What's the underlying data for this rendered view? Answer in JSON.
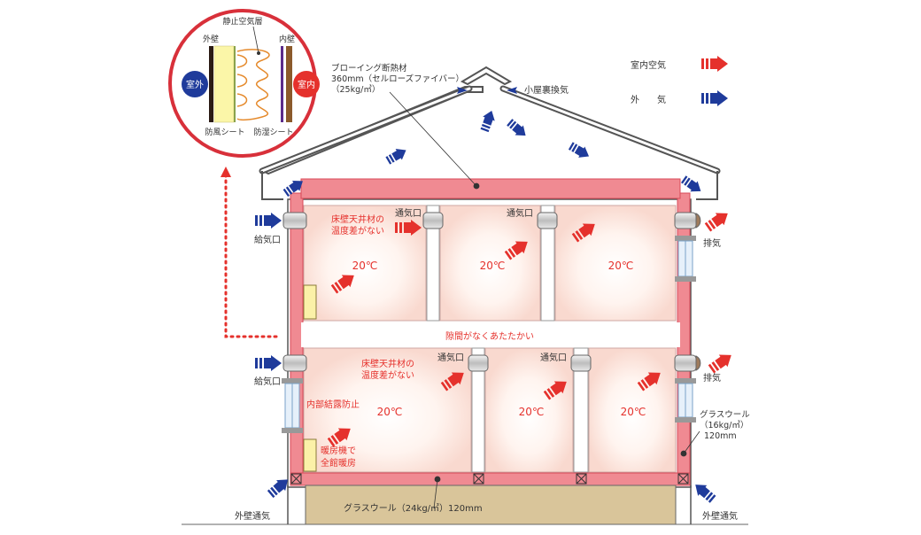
{
  "inset": {
    "title": "静止空気層",
    "outer_wall": "外壁",
    "inner_wall": "内壁",
    "outside": "室外",
    "inside": "室内",
    "windproof_sheet": "防風シート",
    "moisture_sheet": "防湿シート"
  },
  "roof_note": {
    "line1": "ブローイング断熱材",
    "line2": "360mm（セルローズファイバー）",
    "line3": "（25kg/㎥）"
  },
  "attic_vent": "小屋裏換気",
  "legend": {
    "indoor_air": "室内空気",
    "outdoor_air": "外　　気"
  },
  "labels": {
    "vent_opening": "通気口",
    "supply_inlet": "給気口",
    "exhaust": "排気",
    "no_temp_diff": [
      "床壁天井材の",
      "温度差がない"
    ],
    "no_gaps_warm": "隙間がなくあたたかい",
    "prevent_condensation": "内部結露防止",
    "heater": [
      "暖房機で",
      "全館暖房"
    ],
    "glasswool_wall": [
      "グラスウール",
      "（16kg/㎥）",
      "120mm"
    ],
    "glasswool_floor": "グラスウール（24kg/㎥）120mm",
    "exterior_wall_vent": "外壁通気"
  },
  "room_temp": "20℃",
  "colors": {
    "insulation": "#f08a92",
    "insulation_stroke": "#d94a58",
    "arrow_red": "#e5312c",
    "arrow_blue": "#1f3b9b",
    "foundation": "#d9c59a",
    "room_glow": "#fbe3dc"
  }
}
